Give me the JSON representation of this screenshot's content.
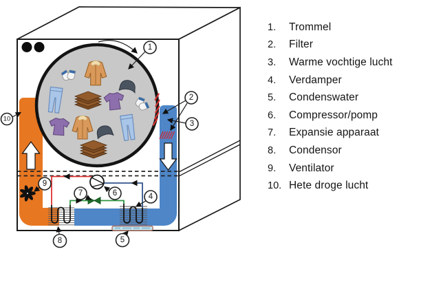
{
  "legend": {
    "items": [
      {
        "number": "1.",
        "label": "Trommel"
      },
      {
        "number": "2.",
        "label": "Filter"
      },
      {
        "number": "3.",
        "label": "Warme vochtige lucht"
      },
      {
        "number": "4.",
        "label": "Verdamper"
      },
      {
        "number": "5.",
        "label": "Condenswater"
      },
      {
        "number": "6.",
        "label": "Compressor/pomp"
      },
      {
        "number": "7.",
        "label": "Expansie apparaat"
      },
      {
        "number": "8.",
        "label": "Condensor"
      },
      {
        "number": "9.",
        "label": "Ventilator"
      },
      {
        "number": "10.",
        "label": "Hete droge lucht"
      }
    ]
  },
  "diagram": {
    "callouts": [
      {
        "n": "1",
        "refers_to": "Trommel"
      },
      {
        "n": "2",
        "refers_to": "Filter"
      },
      {
        "n": "3",
        "refers_to": "Warme vochtige lucht"
      },
      {
        "n": "4",
        "refers_to": "Verdamper"
      },
      {
        "n": "5",
        "refers_to": "Condenswater"
      },
      {
        "n": "6",
        "refers_to": "Compressor/pomp"
      },
      {
        "n": "7",
        "refers_to": "Expansie apparaat"
      },
      {
        "n": "8",
        "refers_to": "Condensor"
      },
      {
        "n": "9",
        "refers_to": "Ventilator"
      },
      {
        "n": "10",
        "refers_to": "Hete droge lucht"
      }
    ],
    "colors": {
      "hot_dry_air_duct": "#E87722",
      "warm_moist_air_duct": "#4E86C8",
      "drum_fill": "#C8C8C8",
      "refrigerant_hot_line": "#E03434",
      "refrigerant_suction_line": "#33568C",
      "refrigerant_liquid_line": "#2E9440",
      "filter_marks": "#D43535",
      "condenswater_tray": "#C2E4EE"
    },
    "icons": {
      "fan": "pinwheel",
      "compressor": "circle-with-triangle",
      "expansion_valve": "bowtie-valve",
      "airflow_up": "hollow-arrow-up",
      "airflow_down": "hollow-arrow-down",
      "drum_rotation": "curved-arrow",
      "clothes": [
        "coat",
        "jeans",
        "t-shirt",
        "beanie",
        "socks",
        "towels"
      ]
    }
  }
}
